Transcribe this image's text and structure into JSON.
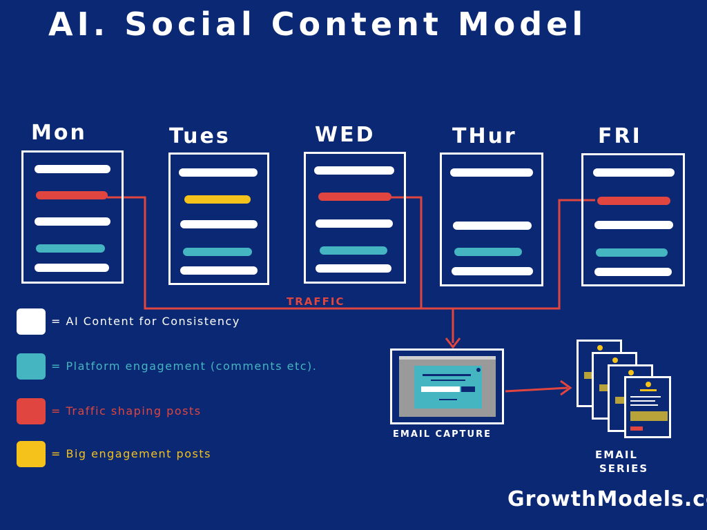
{
  "title": "AI. Social Content Model",
  "days": [
    "Mon",
    "Tues",
    "WED",
    "THur",
    "FRI"
  ],
  "traffic_label": "TRAFFIC",
  "email_capture_label": "EMAIL CAPTURE",
  "email_series_label": [
    "EMAIL",
    "SERIES"
  ],
  "brand": "GrowthModels.co",
  "legend": [
    {
      "color": "#ffffff",
      "label": "= AI Content for Consistency"
    },
    {
      "color": "#45b5c2",
      "label": "= Platform engagement (comments etc)."
    },
    {
      "color": "#e0463f",
      "label": "= Traffic shaping posts"
    },
    {
      "color": "#f5c21b",
      "label": "= Big engagement posts"
    }
  ],
  "colors": {
    "background": "#0a2873",
    "white": "#ffffff",
    "teal": "#45b5c2",
    "red": "#e0463f",
    "yellow": "#f5c21b",
    "gray": "#9a9a9a",
    "mustard": "#b7a33a"
  }
}
